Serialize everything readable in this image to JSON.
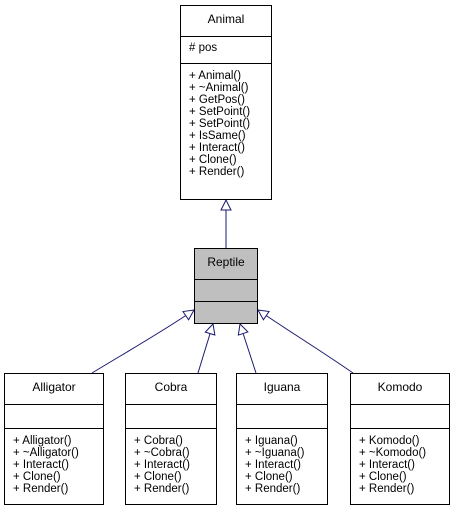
{
  "classes": {
    "animal": {
      "name": "Animal",
      "attributes": [
        "# pos"
      ],
      "operations": [
        "+ Animal()",
        "+ ~Animal()",
        "+ GetPos()",
        "+ SetPoint()",
        "+ SetPoint()",
        "+ IsSame()",
        "+ Interact()",
        "+ Clone()",
        "+ Render()"
      ]
    },
    "reptile": {
      "name": "Reptile",
      "attributes": [],
      "operations": []
    },
    "alligator": {
      "name": "Alligator",
      "attributes": [],
      "operations": [
        "+ Alligator()",
        "+ ~Alligator()",
        "+ Interact()",
        "+ Clone()",
        "+ Render()"
      ]
    },
    "cobra": {
      "name": "Cobra",
      "attributes": [],
      "operations": [
        "+ Cobra()",
        "+ ~Cobra()",
        "+ Interact()",
        "+ Clone()",
        "+ Render()"
      ]
    },
    "iguana": {
      "name": "Iguana",
      "attributes": [],
      "operations": [
        "+ Iguana()",
        "+ ~Iguana()",
        "+ Interact()",
        "+ Clone()",
        "+ Render()"
      ]
    },
    "komodo": {
      "name": "Komodo",
      "attributes": [],
      "operations": [
        "+ Komodo()",
        "+ ~Komodo()",
        "+ Interact()",
        "+ Clone()",
        "+ Render()"
      ]
    }
  },
  "colors": {
    "edge": "#191970",
    "highlight": "#bfbfbf",
    "border": "#000000"
  }
}
